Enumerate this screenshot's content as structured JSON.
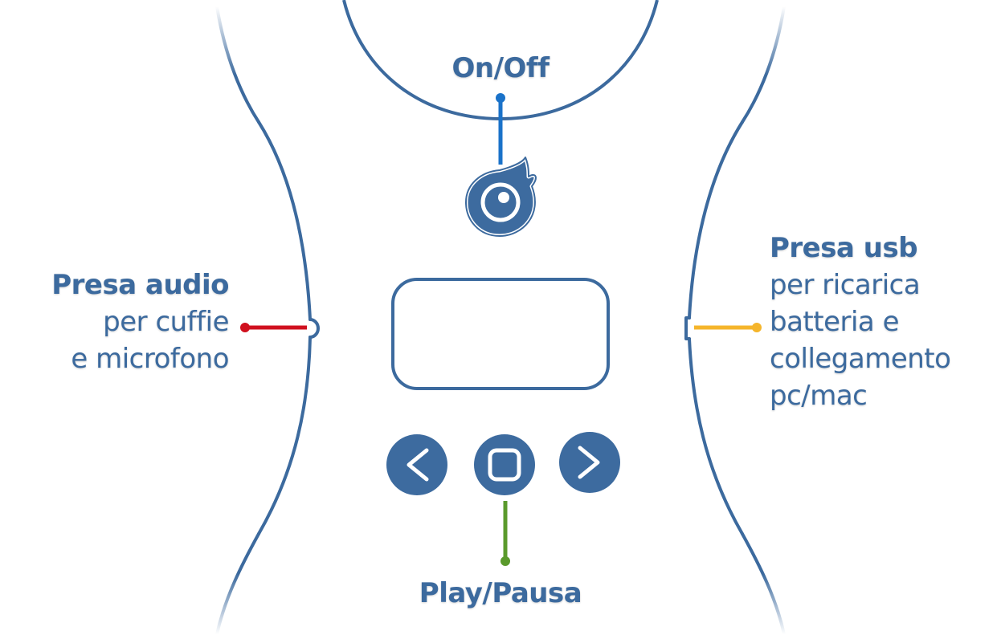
{
  "labels": {
    "on_off": "On/Off",
    "play_pause": "Play/Pausa",
    "audio": {
      "title": "Presa audio",
      "lines": [
        "per cuffie",
        "e microfono"
      ]
    },
    "usb": {
      "title": "Presa usb",
      "lines": [
        "per ricarica",
        "batteria e",
        "collegamento",
        "pc/mac"
      ]
    }
  },
  "colors": {
    "outline": "#3c6a9e",
    "button_fill": "#3d6b9f",
    "on_off_connector": "#1a72c9",
    "play_connector": "#5a9a2c",
    "audio_connector": "#d0101e",
    "usb_connector": "#f5b52b",
    "text": "#3c6a9e"
  },
  "icons": {
    "power": "owl-logo-icon",
    "prev": "chevron-left-icon",
    "stop": "square-icon",
    "next": "chevron-right-icon"
  }
}
